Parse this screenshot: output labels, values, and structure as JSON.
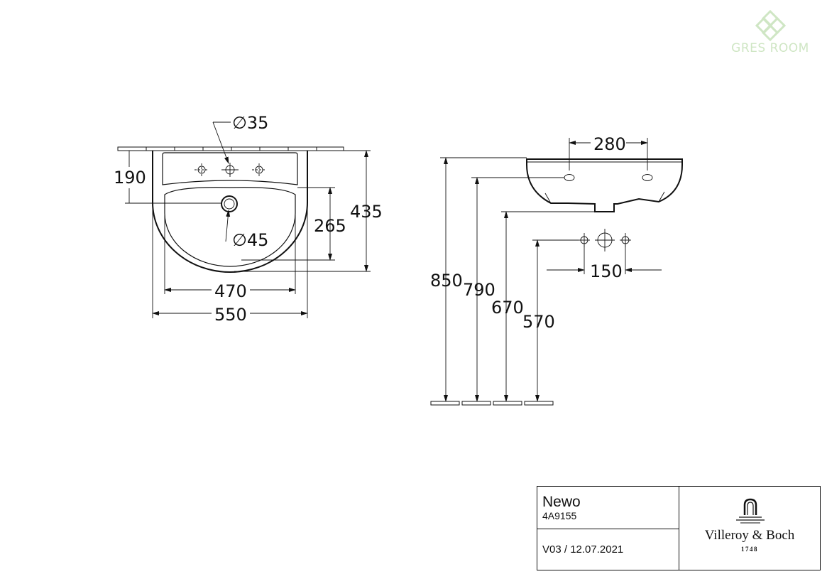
{
  "watermark": {
    "text": "GRES ROOM",
    "icon": "diamond-logo-icon"
  },
  "front_view": {
    "dia_tap": "∅35",
    "dia_waste": "∅45",
    "dim_190": "190",
    "dim_265": "265",
    "dim_435": "435",
    "dim_470": "470",
    "dim_550": "550"
  },
  "side_view": {
    "dim_280": "280",
    "dim_150": "150",
    "dim_850": "850",
    "dim_790": "790",
    "dim_670": "670",
    "dim_570": "570"
  },
  "title_block": {
    "product_name": "Newo",
    "product_code": "4A9155",
    "version": "V03 / 12.07.2021",
    "brand": "Villeroy & Boch",
    "brand_year": "1748"
  }
}
